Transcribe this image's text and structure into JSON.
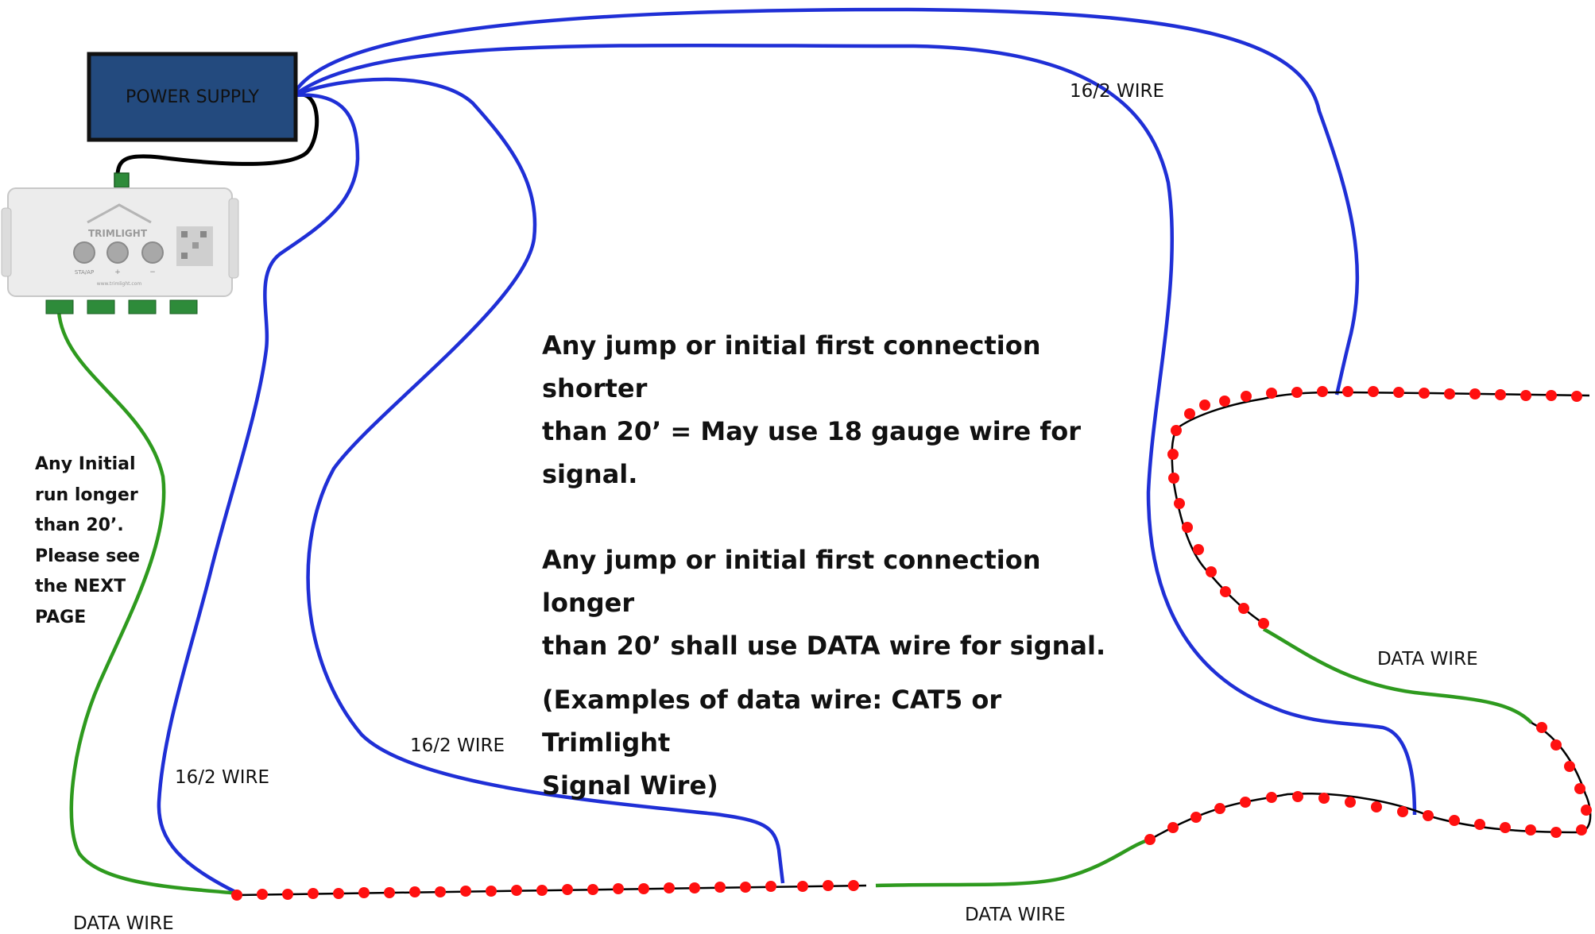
{
  "power_supply": {
    "label": "POWER SUPPLY",
    "fill": "#234a7e"
  },
  "controller": {
    "brand": "TRIMLIGHT",
    "url_text": "www.trimlight.com",
    "button_labels": [
      "STA/AP",
      "+",
      "−"
    ]
  },
  "labels": {
    "wire_top_right": "16/2 WIRE",
    "wire_middle": "16/2 WIRE",
    "wire_left": "16/2 WIRE",
    "data_wire_bottom_left": "DATA WIRE",
    "data_wire_bottom_middle": "DATA WIRE",
    "data_wire_right": "DATA WIRE"
  },
  "left_note": [
    "Any Initial",
    "run longer",
    "than 20’.",
    "Please see",
    "the NEXT",
    "PAGE"
  ],
  "main_note": {
    "line1": "Any jump or initial first connection shorter",
    "line2": "than 20’ = May use 18 gauge wire for",
    "line3": "signal.",
    "line4": "Any jump or initial first connection longer",
    "line5": "than 20’ shall use DATA wire for signal.",
    "line6": "(Examples of data wire: CAT5 or Trimlight",
    "line7": "Signal Wire)"
  },
  "colors": {
    "power_wire": "#1f2fd6",
    "data_wire": "#2e9a1e",
    "led": "#ff1010",
    "strip_line": "#000000",
    "power_supply": "#234a7e"
  }
}
